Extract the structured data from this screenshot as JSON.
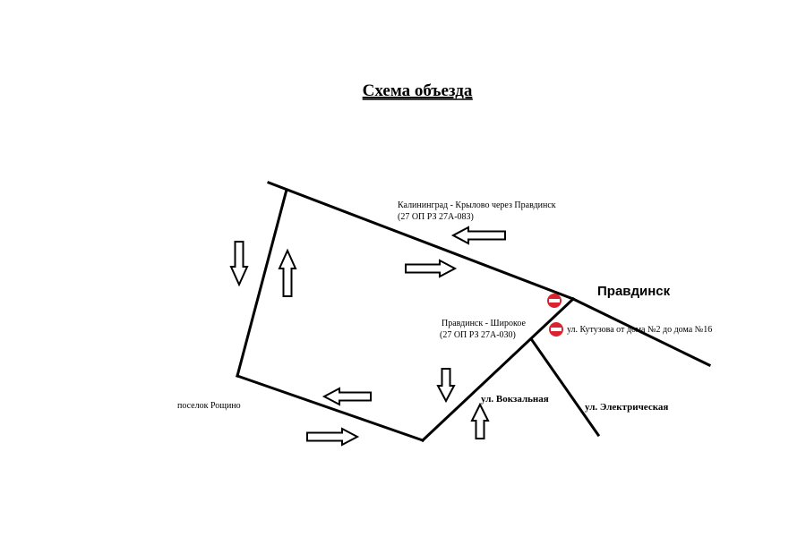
{
  "title": "Схема объезда",
  "labels": {
    "road_kaliningrad_line1": "Калининград - Крылово через Правдинск",
    "road_kaliningrad_line2": "(27 ОП РЗ 27А-083)",
    "road_shirokoe_line1": "Правдинск - Широкое",
    "road_shirokoe_line2": "(27 ОП РЗ 27А-030)",
    "city": "Правдинск",
    "kutuzova": "ул. Кутузова от дома №2 до дома №16",
    "village": "поселок Рощино",
    "vokzalnaya": "ул. Вокзальная",
    "elektricheskaya": "ул. Электрическая"
  },
  "colors": {
    "line": "#000000",
    "no_entry_sign": "#d9232e",
    "background": "#ffffff"
  },
  "icons": [
    "no-entry-sign-icon",
    "arrow-left-icon",
    "arrow-right-icon",
    "arrow-up-icon",
    "arrow-down-icon"
  ]
}
